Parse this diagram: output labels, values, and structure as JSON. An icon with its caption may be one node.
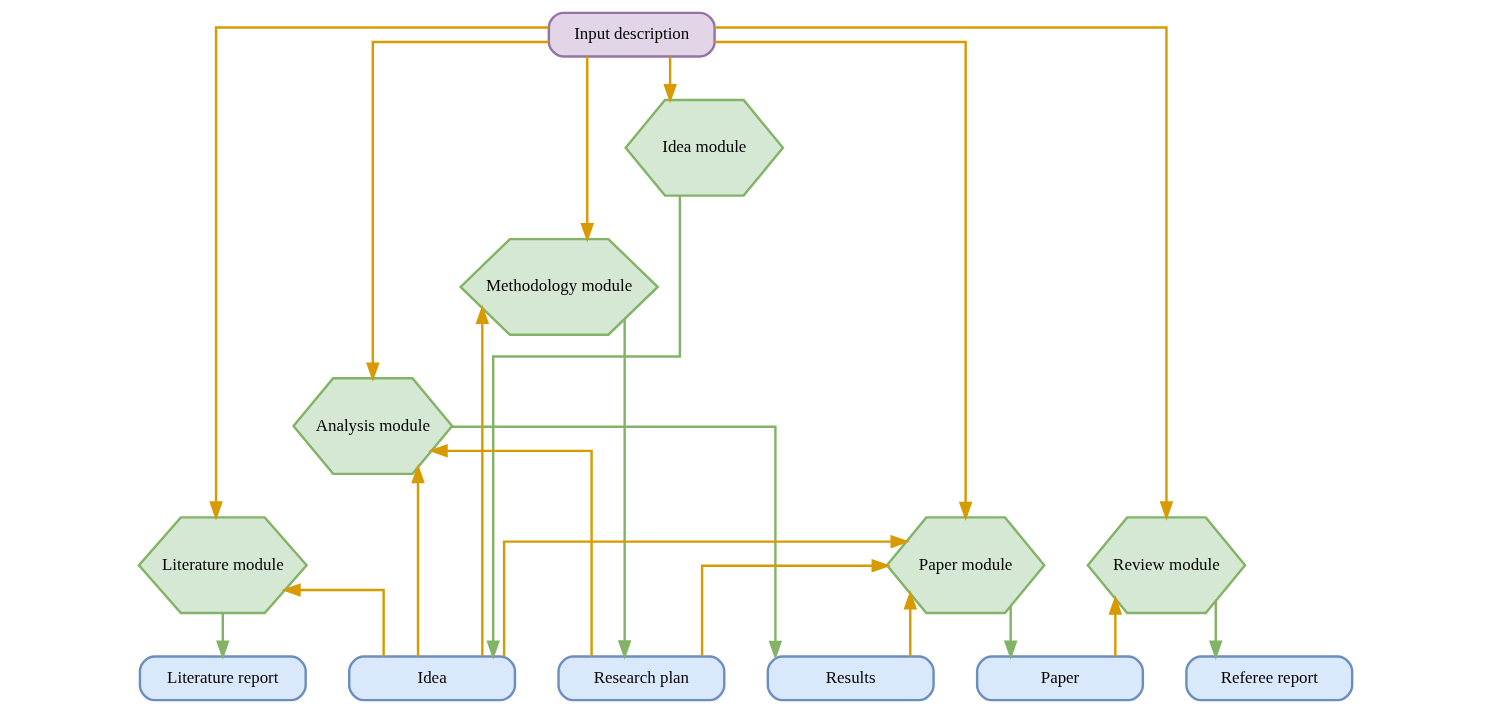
{
  "diagram": {
    "nodes": [
      {
        "text": [
          "Input description"
        ]
      },
      {
        "text": [
          "Idea module"
        ]
      },
      {
        "text": [
          "Methodology module"
        ]
      },
      {
        "text": [
          "Analysis module"
        ]
      },
      {
        "text": [
          "Literature module"
        ]
      },
      {
        "text": [
          "Paper module"
        ]
      },
      {
        "text": [
          "Review module"
        ]
      },
      {
        "text": [
          "Literature report"
        ]
      },
      {
        "text": [
          "Idea"
        ]
      },
      {
        "text": [
          "Research plan"
        ]
      },
      {
        "text": [
          "Results"
        ]
      },
      {
        "text": [
          "Paper"
        ]
      },
      {
        "text": [
          "Referee report"
        ]
      }
    ],
    "edges": [
      {
        "from": 0,
        "to": 4,
        "arrow": "to"
      },
      {
        "from": 0,
        "to": 1,
        "arrow": "to"
      },
      {
        "from": 0,
        "to": 2,
        "arrow": "to"
      },
      {
        "from": 0,
        "to": 3,
        "arrow": "to"
      },
      {
        "from": 0,
        "to": 5,
        "arrow": "to"
      },
      {
        "from": 0,
        "to": 6,
        "arrow": "to"
      },
      {
        "from": 4,
        "to": 7,
        "arrow": "to",
        "color": "#82b366"
      },
      {
        "from": 1,
        "to": 8,
        "arrow": "to",
        "color": "#82b366"
      },
      {
        "from": 2,
        "to": 9,
        "arrow": "to",
        "color": "#82b366"
      },
      {
        "from": 3,
        "to": 10,
        "arrow": "to",
        "color": "#82b366"
      },
      {
        "from": 5,
        "to": 11,
        "arrow": "to",
        "color": "#82b366"
      },
      {
        "from": 6,
        "to": 12,
        "arrow": "to",
        "color": "#82b366"
      },
      {
        "from": 8,
        "to": 4,
        "arrow": "to"
      },
      {
        "from": 8,
        "to": 2,
        "arrow": "to"
      },
      {
        "from": 8,
        "to": 3,
        "arrow": "to"
      },
      {
        "from": 8,
        "to": 5,
        "arrow": "to"
      },
      {
        "from": 9,
        "to": 3,
        "arrow": "to"
      },
      {
        "from": 9,
        "to": 5,
        "arrow": "to"
      },
      {
        "from": 10,
        "to": 5,
        "arrow": "to"
      },
      {
        "from": 11,
        "to": 6,
        "arrow": "to"
      }
    ]
  }
}
